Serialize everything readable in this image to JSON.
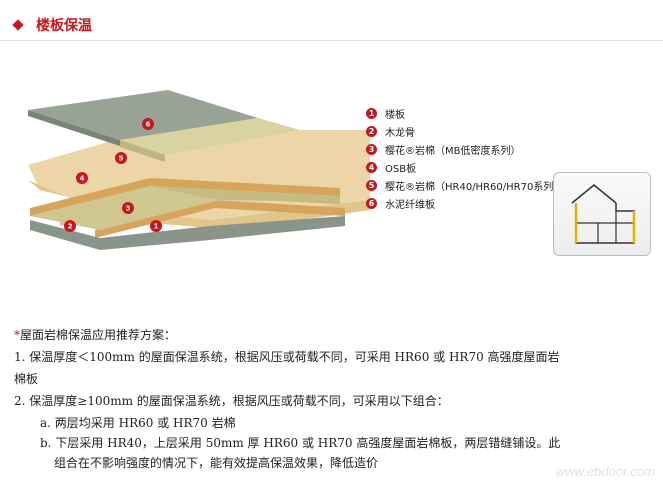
{
  "header": {
    "title": "楼板保温"
  },
  "legend": [
    {
      "num": "1",
      "label": "楼板"
    },
    {
      "num": "2",
      "label": "木龙骨"
    },
    {
      "num": "3",
      "label": "樱花®岩棉（MB低密度系列）"
    },
    {
      "num": "4",
      "label": "OSB板"
    },
    {
      "num": "5",
      "label": "樱花®岩棉（HR40/HR60/HR70系列）"
    },
    {
      "num": "6",
      "label": "水泥纤维板"
    }
  ],
  "figure_markers": [
    "6",
    "5",
    "4",
    "3",
    "2",
    "1"
  ],
  "content": {
    "heading_star": "*",
    "heading": "屋面岩棉保温应用推荐方案：",
    "p1_line1": "1.  保温厚度＜100mm 的屋面保温系统，根据风压或荷载不同，可采用 HR60 或 HR70 高强度屋面岩",
    "p1_line2": "棉板",
    "p2": "2.  保温厚度≥100mm 的屋面保温系统，根据风压或荷载不同，可采用以下组合：",
    "a": "a.  两层均采用 HR60 或 HR70 岩棉",
    "b_line1": "b.  下层采用 HR40，上层采用 50mm 厚 HR60 或 HR70 高强度屋面岩棉板，两层错缝铺设。此",
    "b_line2": "组合在不影响强度的情况下，能有效提高保温效果，降低造价"
  },
  "watermark": "www.ebdoor.com",
  "colors": {
    "accent": "#c8161d",
    "board": "#8f9a8c",
    "wool": "#d6cf9b",
    "wood": "#e8c98d"
  }
}
